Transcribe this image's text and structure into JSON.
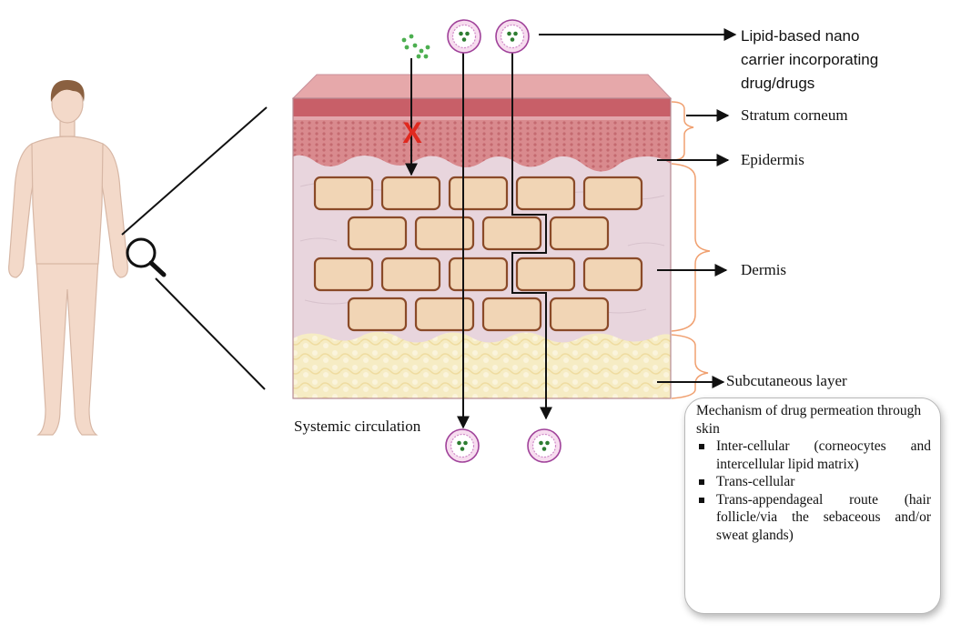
{
  "labels": {
    "carrier": "Lipid-based nano carrier incorporating drug/drugs",
    "carrier_lines": [
      "Lipid-based nano",
      "carrier incorporating",
      "drug/drugs"
    ],
    "stratum": "Stratum corneum",
    "epidermis": "Epidermis",
    "dermis": "Dermis",
    "subcutaneous": "Subcutaneous layer",
    "systemic": "Systemic circulation",
    "blocked_mark": "X"
  },
  "mechanism": {
    "title": "Mechanism of drug permeation through skin",
    "routes": [
      "Inter-cellular (corneocytes and intercellular lipid matrix)",
      "Trans-cellular",
      "Trans-appendageal route (hair follicle/via the sebaceous and/or sweat glands)"
    ]
  },
  "colors": {
    "stratum": "#c8606a",
    "epidermis": "#d9888c",
    "dermis": "#e7d3dc",
    "cell_fill": "#f1d5b5",
    "cell_border": "#8a4a28",
    "subcutaneous": "#f6ecc6",
    "brace": "#f0a070",
    "skin_body": "#f3d9c9",
    "hair": "#8a6040",
    "blocked": "#e0281e",
    "drug_dots": "#4caf50",
    "carrier_ring": "#a0429a"
  },
  "icons": [
    "human-body-icon",
    "magnifier-icon",
    "nanocarrier-icon",
    "drug-particles-icon"
  ]
}
